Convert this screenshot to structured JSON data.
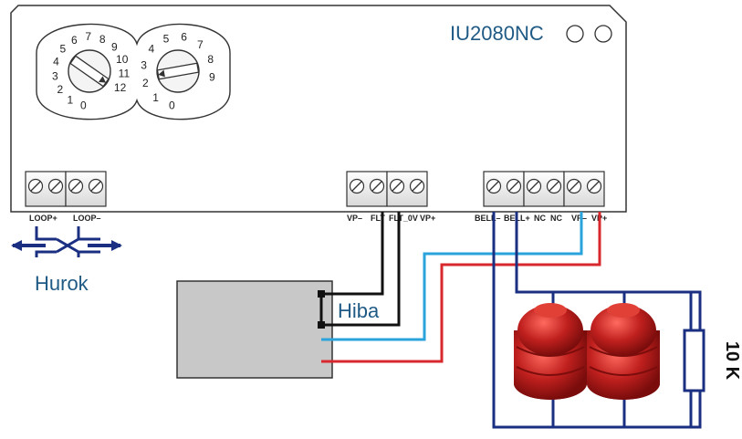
{
  "device": {
    "model": "IU2080NC",
    "dial_left_numbers": [
      "0",
      "1",
      "2",
      "3",
      "4",
      "5",
      "6",
      "7",
      "8",
      "9",
      "10",
      "11",
      "12"
    ],
    "dial_right_numbers": [
      "0",
      "1",
      "2",
      "3",
      "4",
      "5",
      "6",
      "7",
      "8",
      "9"
    ]
  },
  "terminals": {
    "loop_pos": "LOOP+",
    "loop_neg": "LOOP–",
    "vp_neg_1": "VP–",
    "flt": "FLT",
    "flt_0v": "FLT_0V",
    "vp_pos_1": "VP+",
    "bell_neg": "BELL–",
    "bell_pos": "BELL+",
    "nc_1": "NC",
    "nc_2": "NC",
    "vp_neg_2": "VP–",
    "vp_pos_2": "VP+"
  },
  "labels": {
    "loop": "Hurok",
    "fault": "Hiba",
    "resistor": "10 K"
  },
  "colors": {
    "wire_black": "#111111",
    "wire_blue": "#2aa3dd",
    "wire_red": "#d8272d",
    "wire_navy": "#1b2f82",
    "text_blue": "#1f5a85",
    "box_gray": "#c8c8c8",
    "sounder_red": "#c0201e"
  }
}
